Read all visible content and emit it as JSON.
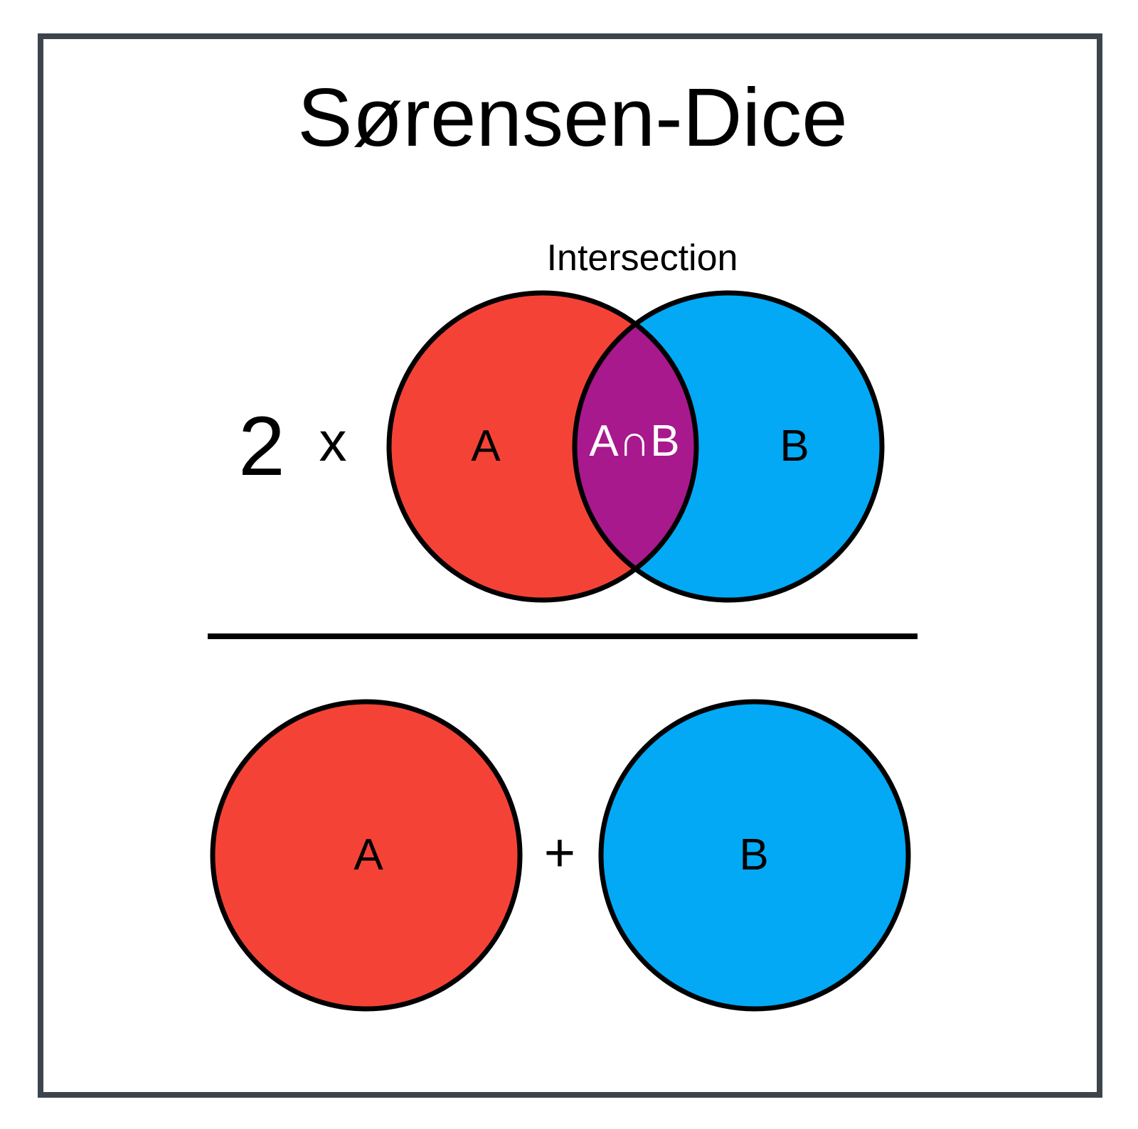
{
  "title": "Sørensen-Dice",
  "numerator": {
    "multiplier": "2",
    "times_symbol": "x",
    "intersection_caption": "Intersection",
    "set_a_label": "A",
    "set_b_label": "B",
    "intersection_label": "A∩B"
  },
  "denominator": {
    "set_a_label": "A",
    "plus_symbol": "+",
    "set_b_label": "B"
  },
  "colors": {
    "set_a": "#f44336",
    "set_b": "#03a9f4",
    "intersection": "#a8198e",
    "outline": "#000000",
    "frame": "#3c444c"
  }
}
